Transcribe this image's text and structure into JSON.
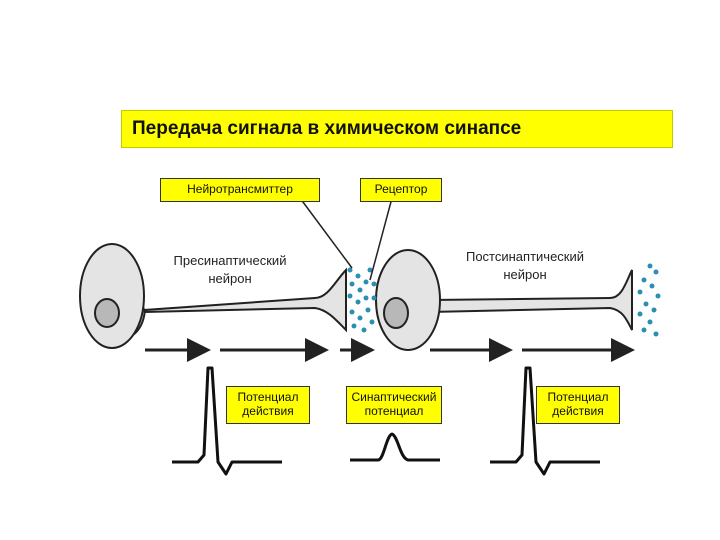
{
  "title": "Передача сигнала в химическом синапсе",
  "labels": {
    "neurotransmitter": "Нейротрансмиттер",
    "receptor": "Рецептор",
    "presynaptic_line1": "Пресинаптический",
    "presynaptic_line2": "нейрон",
    "postsynaptic_line1": "Постсинаптический",
    "postsynaptic_line2": "нейрон",
    "action_potential_1_line1": "Потенциал",
    "action_potential_1_line2": "действия",
    "synaptic_potential_line1": "Синаптический",
    "synaptic_potential_line2": "потенциал",
    "action_potential_2_line1": "Потенциал",
    "action_potential_2_line2": "действия"
  },
  "colors": {
    "highlight": "#ffff00",
    "vesicle": "#2a8fb0",
    "outline": "#222222",
    "cell_fill": "#e4e4e4",
    "nucleus_fill": "#b8b8b8"
  }
}
